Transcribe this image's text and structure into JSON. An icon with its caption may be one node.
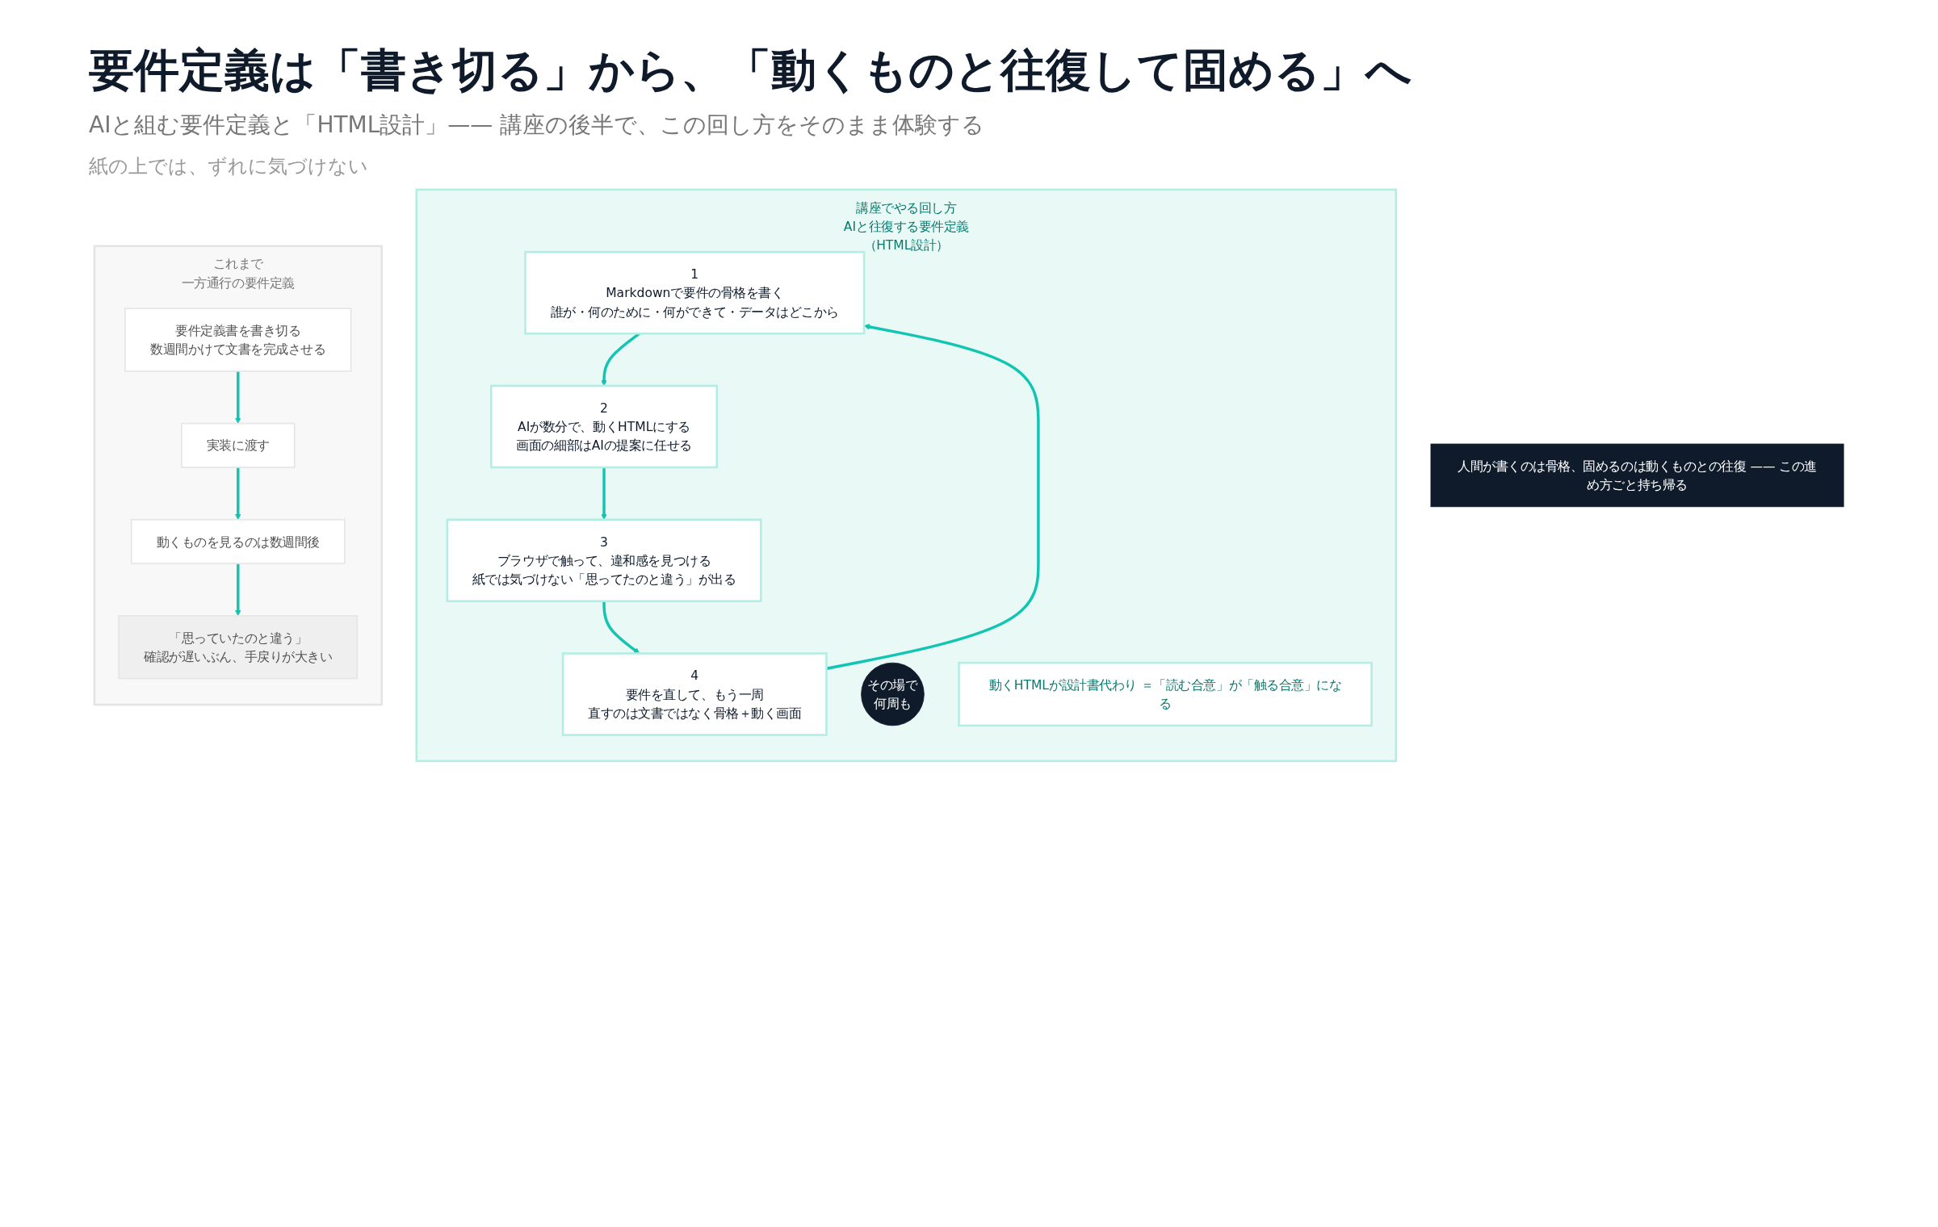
{
  "diagram": {
    "title": "要件定義は「書き切る」から、「動くものと往復して固める」へ",
    "nodes": [
      {
        "text": [
          "これまで",
          "一方通行の要件定義"
        ]
      },
      {
        "text": [
          "要件定義書を書き切る",
          "数週間かけて文書を完成させる"
        ],
        "in": 0
      },
      {
        "text": [
          "実装に渡す"
        ],
        "in": 0
      },
      {
        "text": [
          "動くものを見るのは数週間後"
        ],
        "in": 0
      },
      {
        "text": [
          "「思っていたのと違う」",
          "確認が遅いぶん、手戻りが大きい"
        ],
        "in": 0
      },
      {
        "text": [
          "講座でやる回し方",
          "AIと往復する要件定義（HTML設計）"
        ]
      },
      {
        "text": [
          "1",
          "Markdownで要件の骨格を書く",
          "誰が・何のために・何ができて・データはどこから"
        ],
        "in": 5
      },
      {
        "text": [
          "2",
          "AIが数分で、動くHTMLにする",
          "画面の細部はAIの提案に任せる"
        ],
        "in": 5
      },
      {
        "text": [
          "3",
          "ブラウザで触って、違和感を見つける",
          "紙では気づけない「思ってたのと違う」が出る"
        ],
        "in": 5
      },
      {
        "text": [
          "4",
          "要件を直して、もう一周",
          "直すのは文書ではなく骨格＋動く画面"
        ],
        "in": 5
      },
      {
        "text": [
          "その場で",
          "何周も"
        ],
        "in": 5
      },
      {
        "text": [
          "動くHTMLが設計書代わり ＝「読む合意」が「触る合意」になる"
        ],
        "in": 5
      },
      {
        "text": [
          "人間が書くのは骨格、固めるのは動くものとの往復 —— この進め方ごと持ち帰る"
        ]
      }
    ],
    "edges": [
      {
        "from": 1,
        "to": 2,
        "arrow": "to"
      },
      {
        "from": 2,
        "to": 3,
        "arrow": "to"
      },
      {
        "from": 3,
        "to": 4,
        "arrow": "to"
      },
      {
        "from": 6,
        "to": 7,
        "arrow": "to"
      },
      {
        "from": 7,
        "to": 8,
        "arrow": "to"
      },
      {
        "from": 8,
        "to": 9,
        "arrow": "to"
      },
      {
        "from": 9,
        "to": 6,
        "arrow": "to"
      }
    ],
    "labels": [
      "AIと組む要件定義と「HTML設計」—— 講座の後半で、この回し方をそのまま体験する",
      "紙の上では、ずれに気づけない"
    ]
  }
}
